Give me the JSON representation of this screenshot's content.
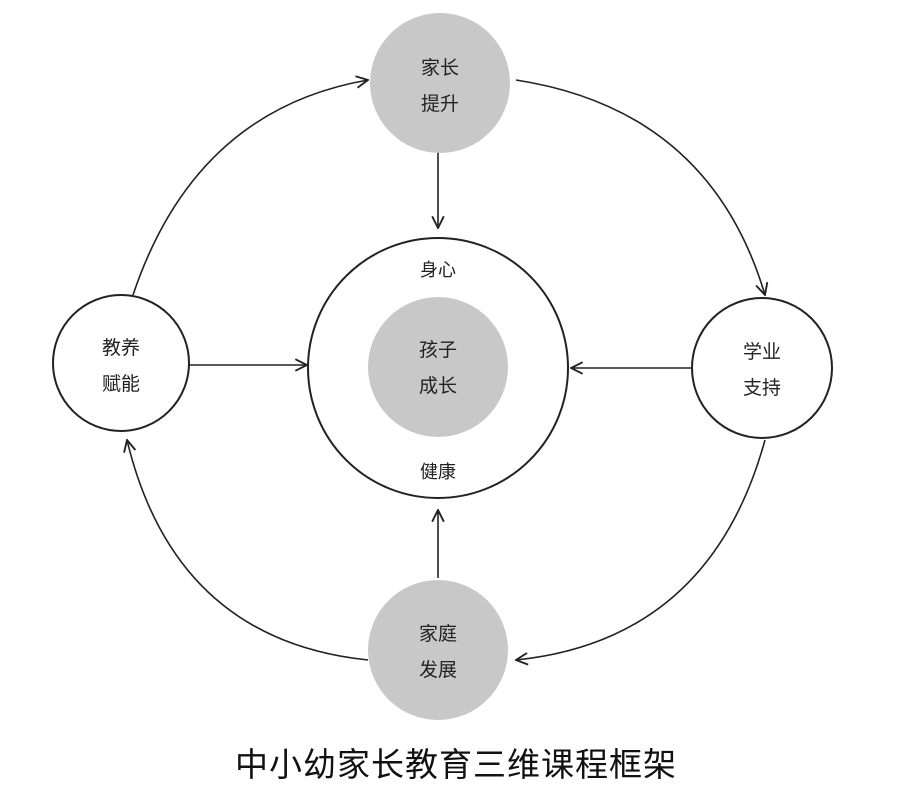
{
  "colors": {
    "gray_node": "#c8c8c8",
    "white_node": "#ffffff",
    "stroke": "#222222"
  },
  "nodes": {
    "top": {
      "line1": "家长",
      "line2": "提升"
    },
    "left": {
      "line1": "教养",
      "line2": "赋能"
    },
    "right": {
      "line1": "学业",
      "line2": "支持"
    },
    "bottom": {
      "line1": "家庭",
      "line2": "发展"
    },
    "center": {
      "line1": "孩子",
      "line2": "成长"
    }
  },
  "center_ring": {
    "top_label": "身心",
    "bottom_label": "健康"
  },
  "caption": "中小幼家长教育三维课程框架"
}
